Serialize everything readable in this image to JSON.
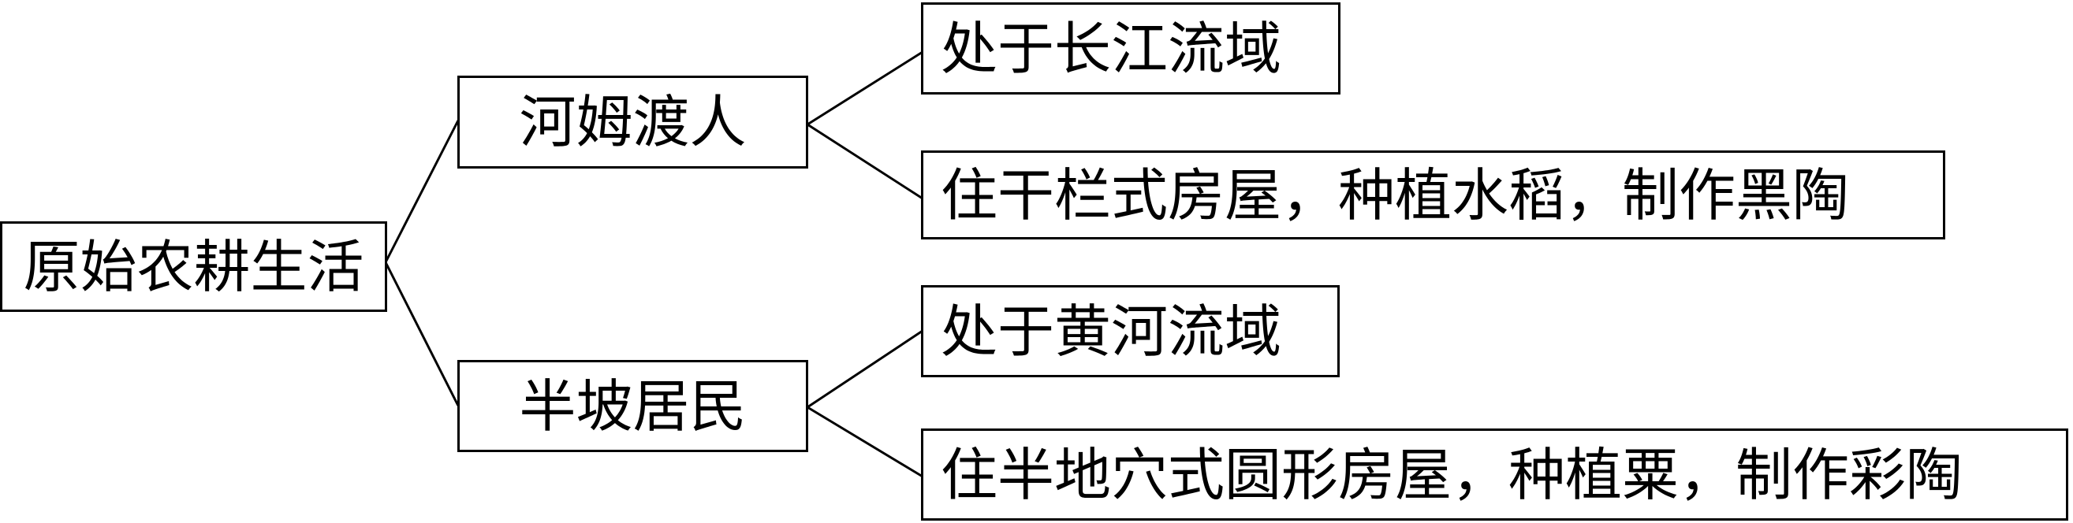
{
  "root": {
    "label": "原始农耕生活"
  },
  "branches": [
    {
      "label": "河姆渡人",
      "facts": [
        {
          "label": "处于长江流域"
        },
        {
          "label": "住干栏式房屋，种植水稻，制作黑陶"
        }
      ]
    },
    {
      "label": "半坡居民",
      "facts": [
        {
          "label": "处于黄河流域"
        },
        {
          "label": "住半地穴式圆形房屋，种植粟，制作彩陶"
        }
      ]
    }
  ],
  "colors": {
    "line": "#000000",
    "box_border": "#000000",
    "background": "#ffffff"
  }
}
